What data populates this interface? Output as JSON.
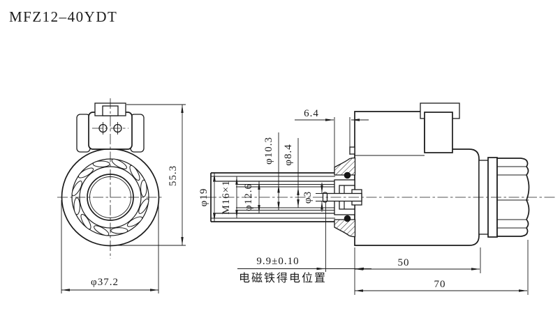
{
  "title": "MFZ12–40YDT",
  "front_view": {
    "dia_outer": "φ37.2",
    "height": "55.3"
  },
  "side_view": {
    "offset_top": "6.4",
    "dia_plunger_bore": "φ10.3",
    "dia_armature": "φ8.4",
    "dia_tube": "φ19",
    "thread": "M16×1",
    "dia_bore": "φ12.6",
    "dia_pin": "φ3",
    "stroke_pos": "9.9±0.10",
    "note_energized": "电磁铁得电位置",
    "coil_length": "50",
    "total_length": "70"
  },
  "colors": {
    "line": "#1b1b1b",
    "background": "#ffffff"
  }
}
